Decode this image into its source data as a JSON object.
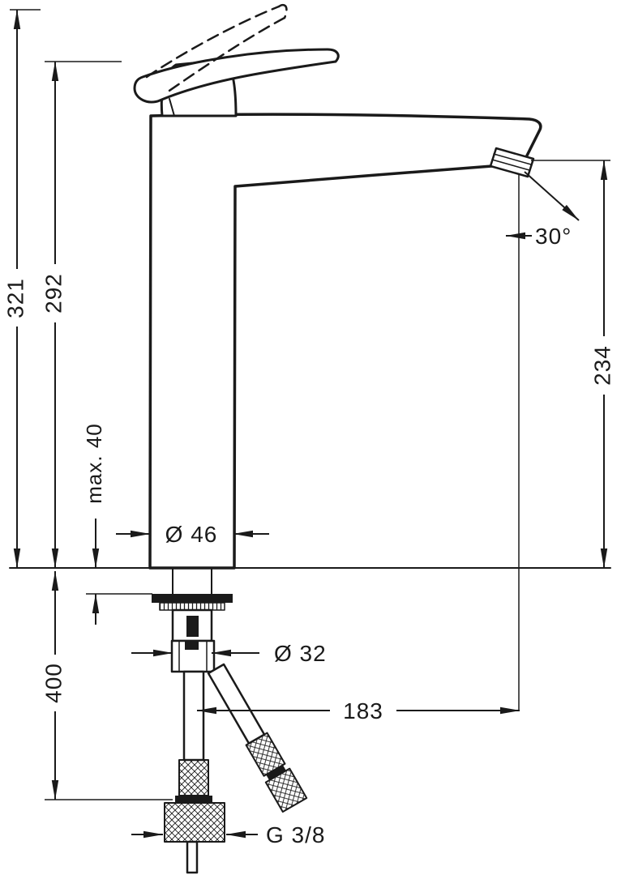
{
  "drawing": {
    "ink_color": "#1a1a1a",
    "background_color": "#ffffff"
  },
  "labels": {
    "total_height": "321",
    "height_to_handle": "292",
    "max_mounting_thickness": "max. 40",
    "body_diameter": "Ø 46",
    "outlet_height": "234",
    "outlet_angle": "30°",
    "connection_length": "400",
    "shank_diameter": "Ø 32",
    "spout_reach": "183",
    "hose_thread": "G 3/8"
  }
}
